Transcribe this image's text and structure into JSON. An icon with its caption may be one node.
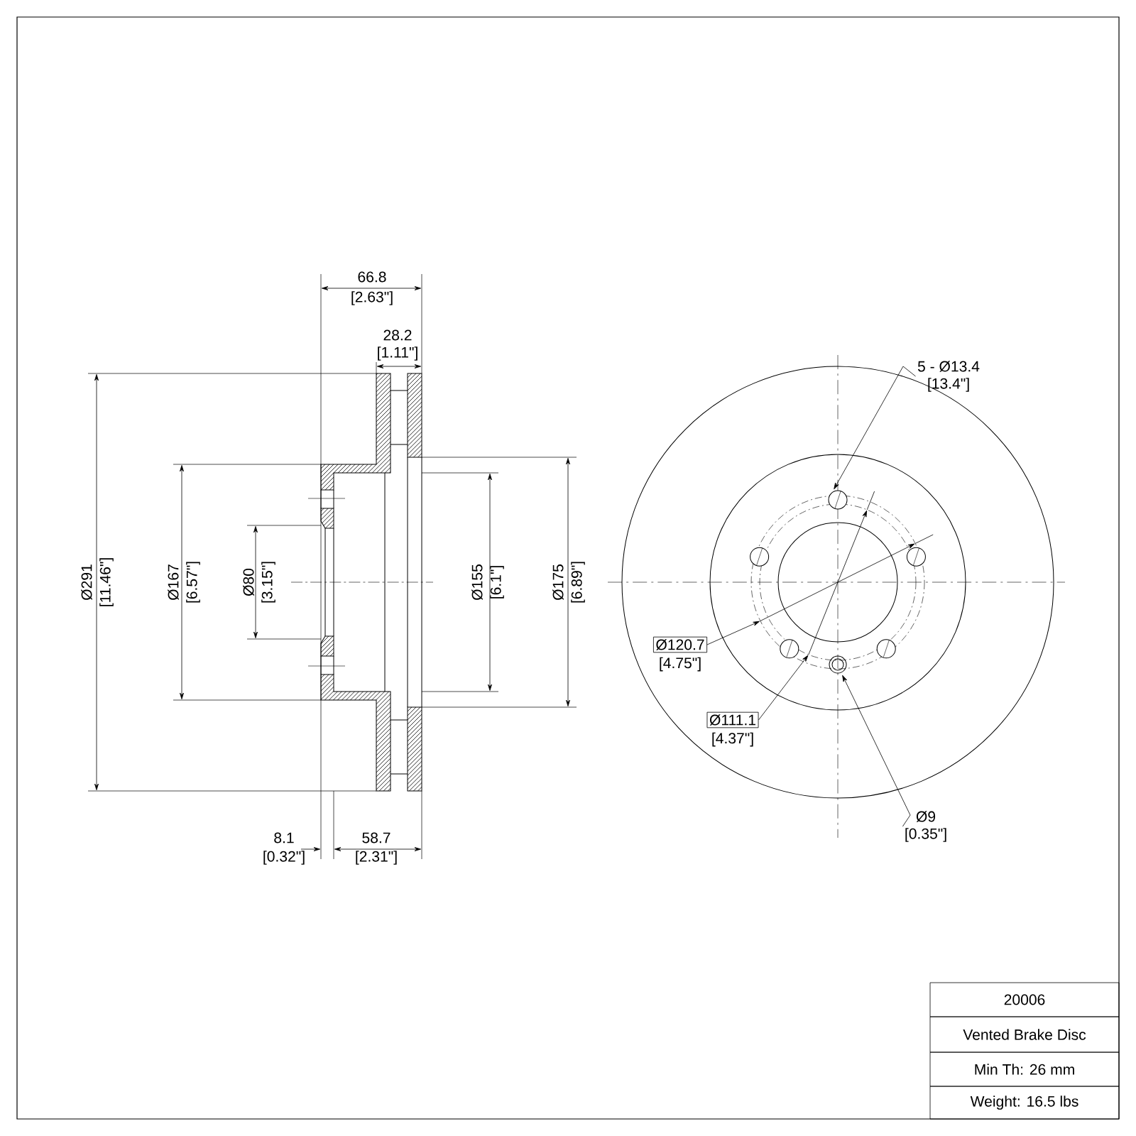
{
  "diagram": {
    "nodes": [
      {
        "text": [
          "5 - Ø13.4",
          "[13.4\"]"
        ]
      },
      {
        "text": [
          "Ø120.7"
        ],
        "beside": [
          "[4.75\"]"
        ]
      },
      {
        "text": [
          "Ø111.1"
        ],
        "beside": [
          "[4.37\"]"
        ]
      },
      {
        "text": [
          "Ø9",
          "[0.35\"]"
        ]
      }
    ],
    "edges": [
      {
        "from": 0,
        "to": null,
        "arrow": "to"
      },
      {
        "from": 1,
        "to": null,
        "arrow": "to"
      },
      {
        "from": 2,
        "to": null,
        "arrow": "to"
      },
      {
        "from": 3,
        "to": null,
        "arrow": "to"
      }
    ],
    "labels": [
      "66.8",
      "[2.63\"]",
      "28.2",
      "[1.11\"]",
      "Ø291",
      "[11.46\"]",
      "Ø167",
      "[6.57\"]",
      "Ø80",
      "[3.15\"]",
      "Ø155",
      "[6.1\"]",
      "Ø175",
      "[6.89\"]",
      "8.1",
      "[0.32\"]",
      "58.7",
      "[2.31\"]",
      "20006",
      "Vented Brake Disc",
      "Min Th: 26 mm",
      "Weight: 16.5 lbs"
    ]
  }
}
